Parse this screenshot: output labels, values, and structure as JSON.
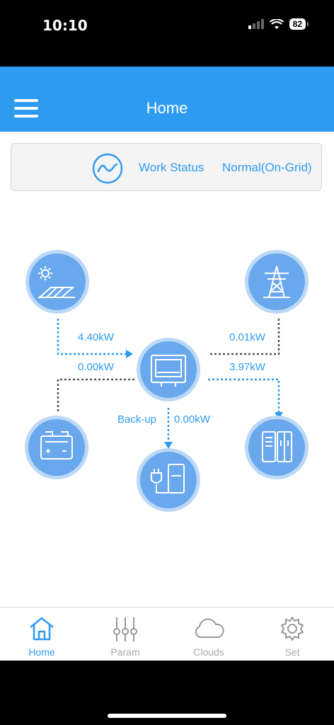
{
  "status_bar": {
    "time": "10:10",
    "battery": "82"
  },
  "header": {
    "title": "Home"
  },
  "work_status": {
    "label": "Work Status",
    "value": "Normal(On-Grid)"
  },
  "flows": {
    "pv_power": "4.40kW",
    "battery_power": "0.00kW",
    "grid_power": "0.01kW",
    "load_power": "3.97kW",
    "backup_label": "Back-up",
    "backup_power": "0.00kW"
  },
  "tabs": [
    {
      "label": "Home",
      "icon": "home-icon",
      "active": true
    },
    {
      "label": "Param",
      "icon": "sliders-icon",
      "active": false
    },
    {
      "label": "Clouds",
      "icon": "cloud-icon",
      "active": false
    },
    {
      "label": "Set",
      "icon": "gear-icon",
      "active": false
    }
  ],
  "colors": {
    "accent": "#2d9bf0",
    "node_fill": "#69a8ec",
    "node_ring": "#bcd8f7"
  }
}
